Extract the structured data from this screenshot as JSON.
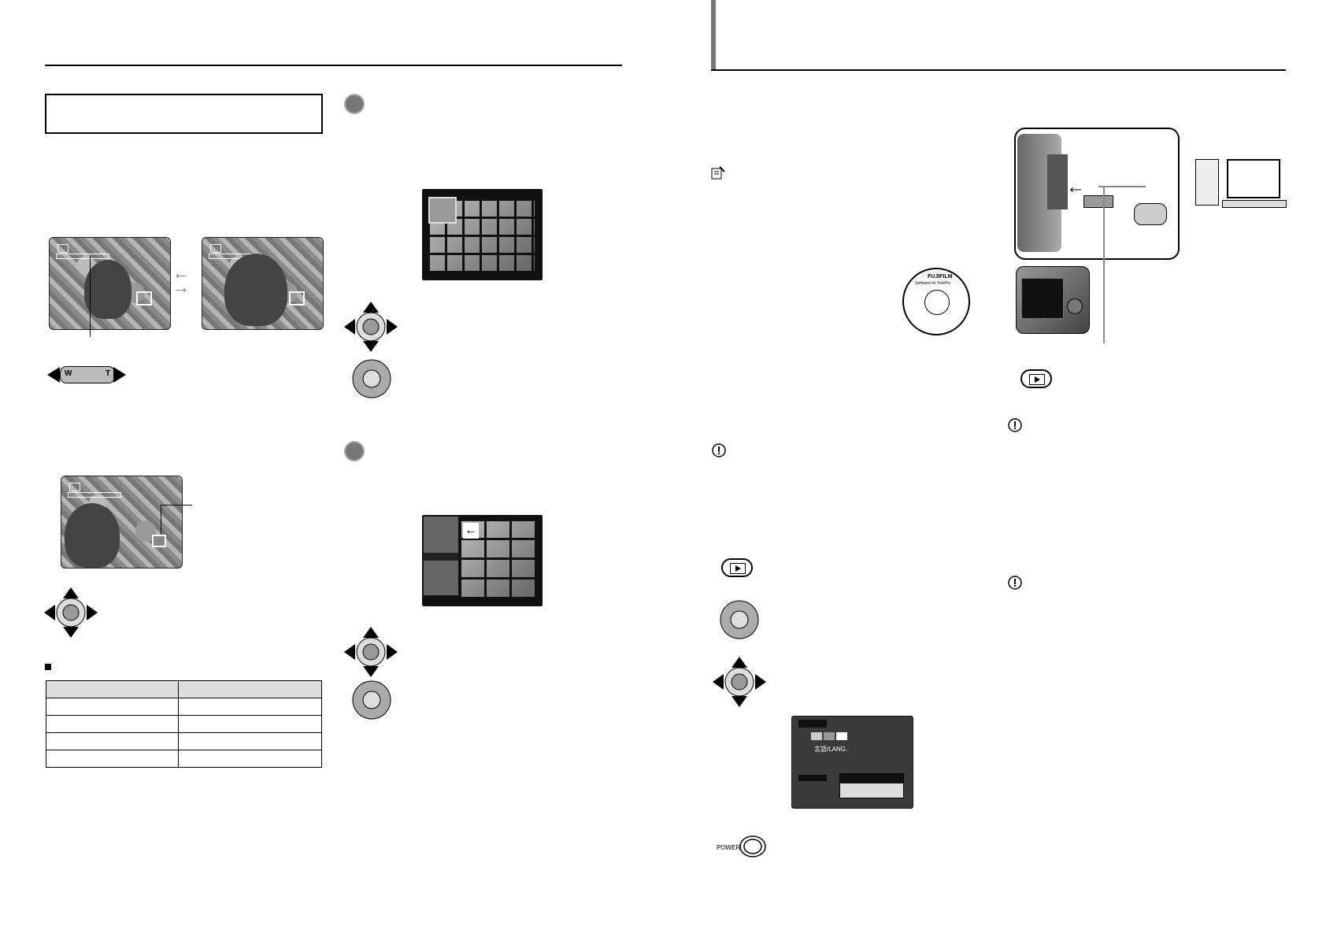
{
  "left_page": {
    "zoom_section": {
      "title": ""
    },
    "zoom_bar": {
      "wide_label": "W",
      "tele_label": "T"
    },
    "table": {
      "headers": [
        "",
        ""
      ],
      "rows": [
        [
          "",
          ""
        ],
        [
          "",
          ""
        ],
        [
          "",
          ""
        ],
        [
          "",
          ""
        ]
      ]
    }
  },
  "right_page": {
    "cd_label": {
      "brand": "FUJIFILM",
      "subtitle": "Software for FinePix"
    },
    "menu_screen": {
      "lang_item": "言語/LANG."
    },
    "power_label": "POWER"
  },
  "icons": {
    "dpad": "dpad-icon",
    "menu_ok": "menu-ok-button-icon",
    "playback": "playback-button-icon",
    "caution": "caution-icon",
    "memo": "memo-icon"
  },
  "colors": {
    "rule": "#000000",
    "section_marker": "#777777",
    "screen_bg": "#3b3b3b"
  }
}
